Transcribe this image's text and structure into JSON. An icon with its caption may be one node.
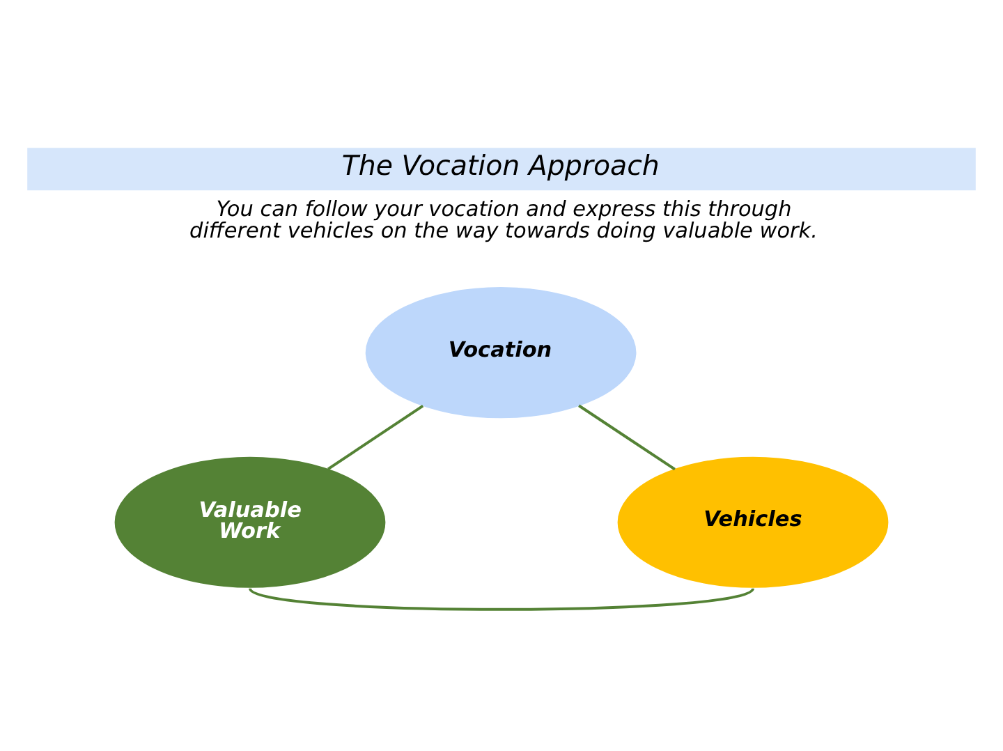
{
  "diagram": {
    "title": "The Vocation Approach",
    "nodes": [
      {
        "text": [
          "Vocation"
        ]
      },
      {
        "text": [
          "Valuable Work"
        ]
      },
      {
        "text": [
          "Vehicles"
        ]
      }
    ],
    "edges": [
      {
        "from": 0,
        "to": 2,
        "arrow": "none"
      },
      {
        "from": 2,
        "to": 1,
        "arrow": "none"
      },
      {
        "from": 1,
        "to": 0,
        "arrow": "none"
      }
    ],
    "labels": [
      "You can follow your vocation and express this through different vehicles on the way towards doing valuable work."
    ]
  }
}
